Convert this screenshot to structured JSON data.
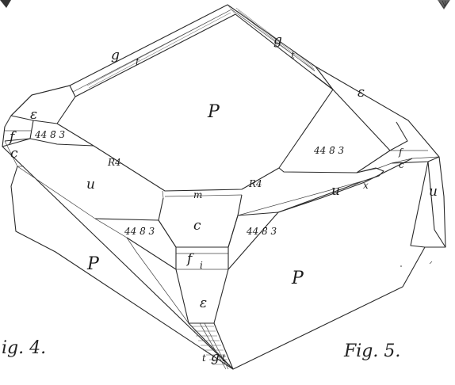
{
  "figure_captions": {
    "left": "ig. 4.",
    "right": "Fig. 5."
  },
  "faces": {
    "P_top": "P",
    "P_left": "P",
    "P_right": "P",
    "u_left": "u",
    "u_mid": "u",
    "u_right": "u",
    "c_center": "c",
    "c_left": "c",
    "c_right": "c",
    "f_left": "f",
    "f_center": "f",
    "f_right": "f",
    "i_center": "i",
    "eps_left": "ε",
    "eps_right": "ε",
    "eps_bottom": "ε",
    "m_center": "m",
    "x_right": "x",
    "R4_left": "R4",
    "R4_right": "R4",
    "idx_left_upper": "44 8̄ 3",
    "idx_right_upper": "44 8̄ 3",
    "idx_left_lower": "44 8̄ 3",
    "idx_right_lower": "44 8̄ 3",
    "g_top_left": "g",
    "t_top_left": "t",
    "g_top_right": "g",
    "t_top_right": "t",
    "t_bottom_left": "t",
    "g_bottom": "g",
    "t_bottom_right": "t"
  }
}
